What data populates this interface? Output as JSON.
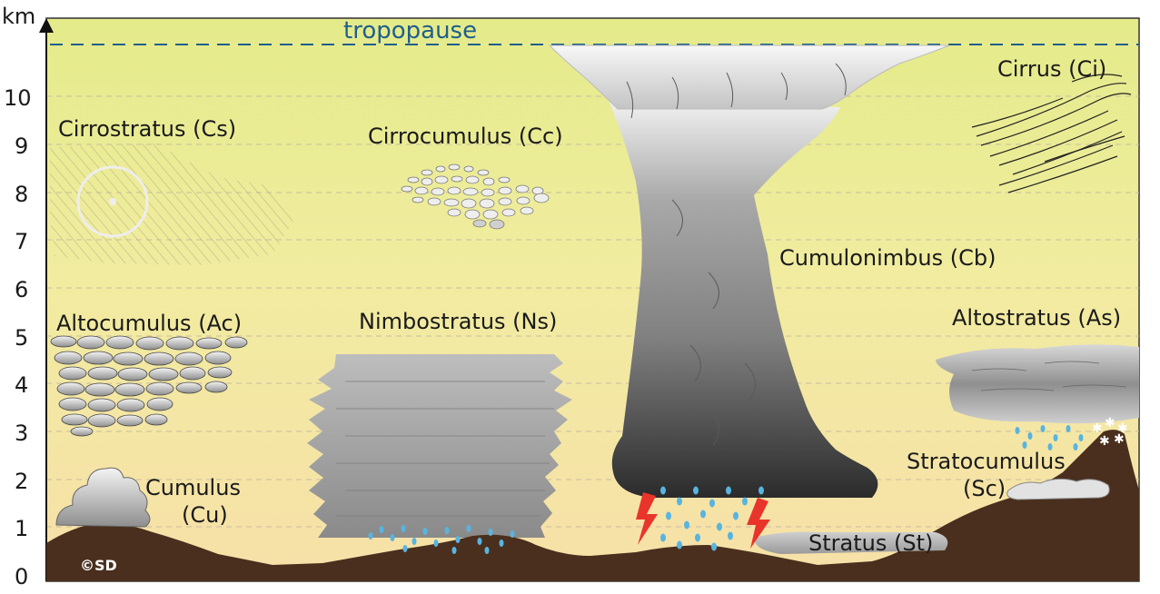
{
  "axis": {
    "unit": "km",
    "ticks": [
      "0",
      "1",
      "2",
      "3",
      "4",
      "5",
      "6",
      "7",
      "8",
      "9",
      "10"
    ]
  },
  "tropopause": {
    "label": "tropopause",
    "color": "#1f5f8b"
  },
  "clouds": {
    "cirrostratus": "Cirrostratus (Cs)",
    "cirrocumulus": "Cirrocumulus (Cc)",
    "cirrus": "Cirrus (Ci)",
    "cumulonimbus": "Cumulonimbus (Cb)",
    "altocumulus": "Altocumulus (Ac)",
    "nimbostratus": "Nimbostratus (Ns)",
    "altostratus": "Altostratus (As)",
    "cumulus_line1": "Cumulus",
    "cumulus_line2": "(Cu)",
    "stratocumulus_line1": "Stratocumulus",
    "stratocumulus_line2": "(Sc)",
    "stratus": "Stratus (St)"
  },
  "copyright": "©SD",
  "colors": {
    "sky_top": "#e4eb8a",
    "sky_bottom": "#f6e2a6",
    "ground": "#4a2f1e",
    "rain": "#58b4e0",
    "lightning": "#e8342a"
  }
}
